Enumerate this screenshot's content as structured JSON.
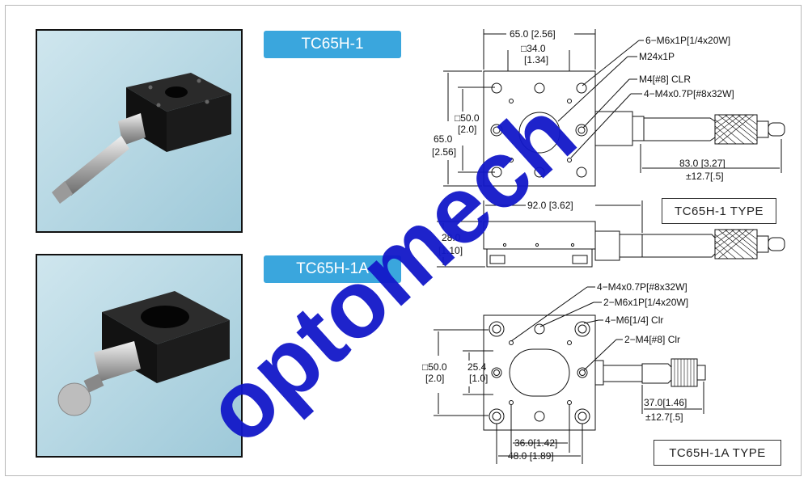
{
  "products": [
    {
      "label": "TC65H-1",
      "type_label": "TC65H-1 TYPE"
    },
    {
      "label": "TC65H-1A",
      "type_label": "TC65H-1A TYPE"
    }
  ],
  "top_view_1": {
    "width_dim": "65.0 [2.56]",
    "center_sq_1": "□34.0",
    "center_sq_2": "[1.34]",
    "note_1": "6−M6x1P[1/4x20W]",
    "note_2": "M24x1P",
    "note_3": "M4[#8] CLR",
    "note_4": "4−M4x0.7P[#8x32W]",
    "sq50_1": "□50.0",
    "sq50_2": "[2.0]",
    "h65_1": "65.0",
    "h65_2": "[2.56]",
    "len_1": "83.0 [3.27]",
    "len_2": "±12.7[.5]"
  },
  "side_view": {
    "width_dim": "92.0 [3.62]",
    "height_1": "28.0",
    "height_2": "[1.10]"
  },
  "top_view_2": {
    "note_1": "4−M4x0.7P[#8x32W]",
    "note_2": "2−M6x1P[1/4x20W]",
    "note_3": "4−M6[1/4] Clr",
    "note_4": "2−M4[#8] Clr",
    "sq50_1": "□50.0",
    "sq50_2": "[2.0]",
    "d254_1": "25.4",
    "d254_2": "[1.0]",
    "d36": "36.0[1.42]",
    "d48": "48.0 [1.89]",
    "len_1": "37.0[1.46]",
    "len_2": "±12.7[.5]"
  },
  "watermark": "optomech",
  "colors": {
    "label_bg": "#3aa6dd",
    "watermark": "#1218c9"
  }
}
